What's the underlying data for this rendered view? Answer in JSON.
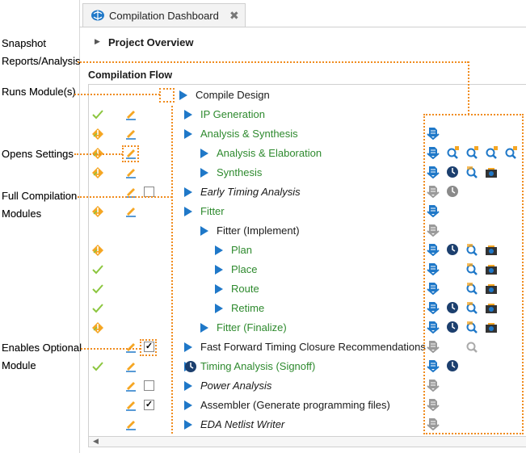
{
  "tab": {
    "label": "Compilation Dashboard",
    "close": "✖"
  },
  "project_overview": "Project Overview",
  "compilation_flow": "Compilation Flow",
  "callouts": {
    "snapshot": "Snapshot\nReports/Analysis",
    "runs": "Runs Module(s)",
    "opens": "Opens Settings",
    "full": "Full Compilation\nModules",
    "enables": "Enables Optional\nModule"
  },
  "checkmark": "✓",
  "rows": [
    {
      "name": "Compile Design",
      "indent": 0,
      "style": "normal",
      "status": "none",
      "pencil": false,
      "checkbox": "none",
      "reports": []
    },
    {
      "name": "IP Generation",
      "indent": 1,
      "style": "green",
      "status": "check",
      "pencil": true,
      "checkbox": "none",
      "reports": []
    },
    {
      "name": "Analysis & Synthesis",
      "indent": 1,
      "style": "green",
      "status": "warn",
      "pencil": true,
      "checkbox": "none",
      "reports": [
        "doc-blue"
      ]
    },
    {
      "name": "Analysis & Elaboration",
      "indent": 2,
      "style": "green",
      "status": "warn",
      "pencil": true,
      "checkbox": "none",
      "reports": [
        "doc-blue",
        "search-star",
        "search-star",
        "search-star",
        "search-star"
      ]
    },
    {
      "name": "Synthesis",
      "indent": 2,
      "style": "green",
      "status": "warn",
      "pencil": true,
      "checkbox": "none",
      "reports": [
        "doc-blue",
        "clock-dark",
        "search-orange",
        "camera"
      ]
    },
    {
      "name": "Early Timing Analysis",
      "indent": 1,
      "style": "italic",
      "status": "none",
      "pencil": true,
      "checkbox": "unchecked",
      "reports": [
        "doc-gray",
        "clock-gray"
      ]
    },
    {
      "name": "Fitter",
      "indent": 1,
      "style": "green",
      "status": "warn",
      "pencil": true,
      "checkbox": "none",
      "reports": [
        "doc-blue"
      ]
    },
    {
      "name": "Fitter (Implement)",
      "indent": 2,
      "style": "normal",
      "status": "none",
      "pencil": false,
      "checkbox": "none",
      "reports": [
        "doc-gray"
      ]
    },
    {
      "name": "Plan",
      "indent": 3,
      "style": "green",
      "status": "warn",
      "pencil": false,
      "checkbox": "none",
      "reports": [
        "doc-blue",
        "clock-dark",
        "search-orange",
        "camera"
      ]
    },
    {
      "name": "Place",
      "indent": 3,
      "style": "green",
      "status": "check",
      "pencil": false,
      "checkbox": "none",
      "reports": [
        "doc-blue",
        "gap",
        "search-orange",
        "camera"
      ]
    },
    {
      "name": "Route",
      "indent": 3,
      "style": "green",
      "status": "check",
      "pencil": false,
      "checkbox": "none",
      "reports": [
        "doc-blue",
        "gap",
        "search-orange",
        "camera"
      ]
    },
    {
      "name": "Retime",
      "indent": 3,
      "style": "green",
      "status": "check",
      "pencil": false,
      "checkbox": "none",
      "reports": [
        "doc-blue",
        "clock-dark",
        "search-orange",
        "camera"
      ]
    },
    {
      "name": "Fitter (Finalize)",
      "indent": 2,
      "style": "green",
      "status": "warn",
      "pencil": false,
      "checkbox": "none",
      "reports": [
        "doc-blue",
        "clock-dark",
        "search-orange",
        "camera"
      ]
    },
    {
      "name": "Fast Forward Timing Closure Recommendations",
      "indent": 1,
      "style": "normal",
      "status": "none",
      "pencil": true,
      "checkbox": "checked",
      "reports": [
        "doc-gray",
        "gap",
        "search-gray"
      ]
    },
    {
      "name": "Timing Analysis (Signoff)",
      "indent": 1,
      "style": "green",
      "status": "check",
      "pencil": true,
      "checkbox": "none",
      "reports": [
        "doc-blue",
        "clock-dark"
      ]
    },
    {
      "name": "Power Analysis",
      "indent": 1,
      "style": "italic",
      "status": "none",
      "pencil": true,
      "checkbox": "unchecked",
      "reports": [
        "doc-gray"
      ]
    },
    {
      "name": "Assembler (Generate programming files)",
      "indent": 1,
      "style": "normal",
      "status": "none",
      "pencil": true,
      "checkbox": "checked",
      "reports": [
        "doc-gray"
      ]
    },
    {
      "name": "EDA Netlist Writer",
      "indent": 1,
      "style": "italic",
      "status": "none",
      "pencil": true,
      "checkbox": "none",
      "reports": [
        "doc-gray"
      ]
    }
  ]
}
